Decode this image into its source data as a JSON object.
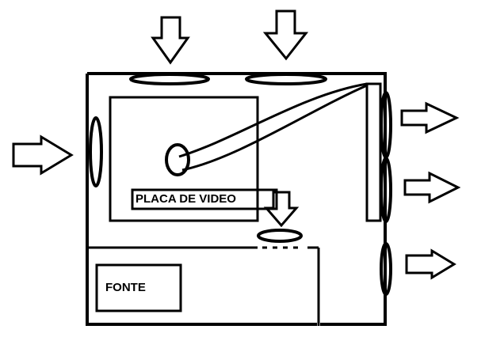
{
  "colors": {
    "stroke": "#000000",
    "fill": "#ffffff"
  },
  "labels": {
    "gpu": "PLACA DE VIDEO",
    "psu": "FONTE"
  },
  "airflow": {
    "top_intakes": [
      "arrow-down",
      "arrow-down"
    ],
    "front_intake": "arrow-right",
    "rear_exhausts": [
      "arrow-right",
      "arrow-right",
      "arrow-right"
    ],
    "gpu_intake": "arrow-down"
  }
}
